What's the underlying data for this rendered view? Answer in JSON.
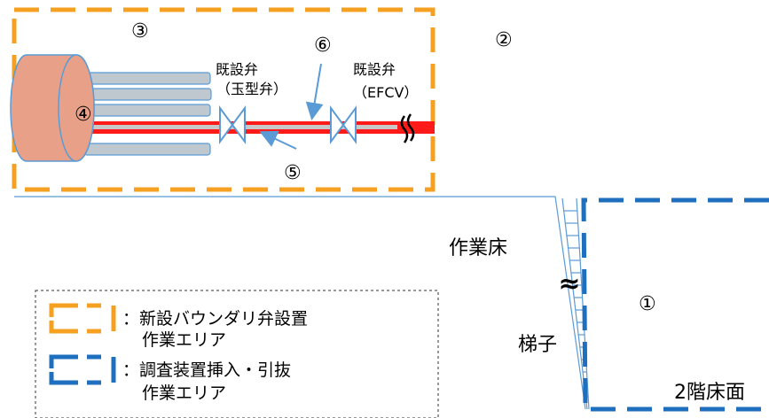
{
  "labels": {
    "circle_1": "①",
    "circle_2": "②",
    "circle_3": "③",
    "circle_4": "④",
    "circle_5": "⑤",
    "circle_6": "⑥",
    "existing_valve_globe_line1": "既設弁",
    "existing_valve_globe_line2": "（玉型弁）",
    "existing_valve_efcv_line1": "既設弁",
    "existing_valve_efcv_line2": "（EFCV）",
    "work_floor": "作業床",
    "ladder": "梯子",
    "second_floor": "2階床面",
    "break_mark": "≈"
  },
  "legend": {
    "items": [
      {
        "line1": "：新設バウンダリ弁設置",
        "line2": "作業エリア",
        "color": "#f5a020"
      },
      {
        "line1": "：調査装置挿入・引抜",
        "line2": "作業エリア",
        "color": "#1f6fbf"
      }
    ]
  },
  "colors": {
    "orange_area": "#f5a020",
    "blue_area": "#1f6fbf",
    "pipe_red": "#ff1a1a",
    "penetration": "#e8a088",
    "tube_gray": "#bfc7cf",
    "arrow_blue": "#5b9bd5"
  }
}
